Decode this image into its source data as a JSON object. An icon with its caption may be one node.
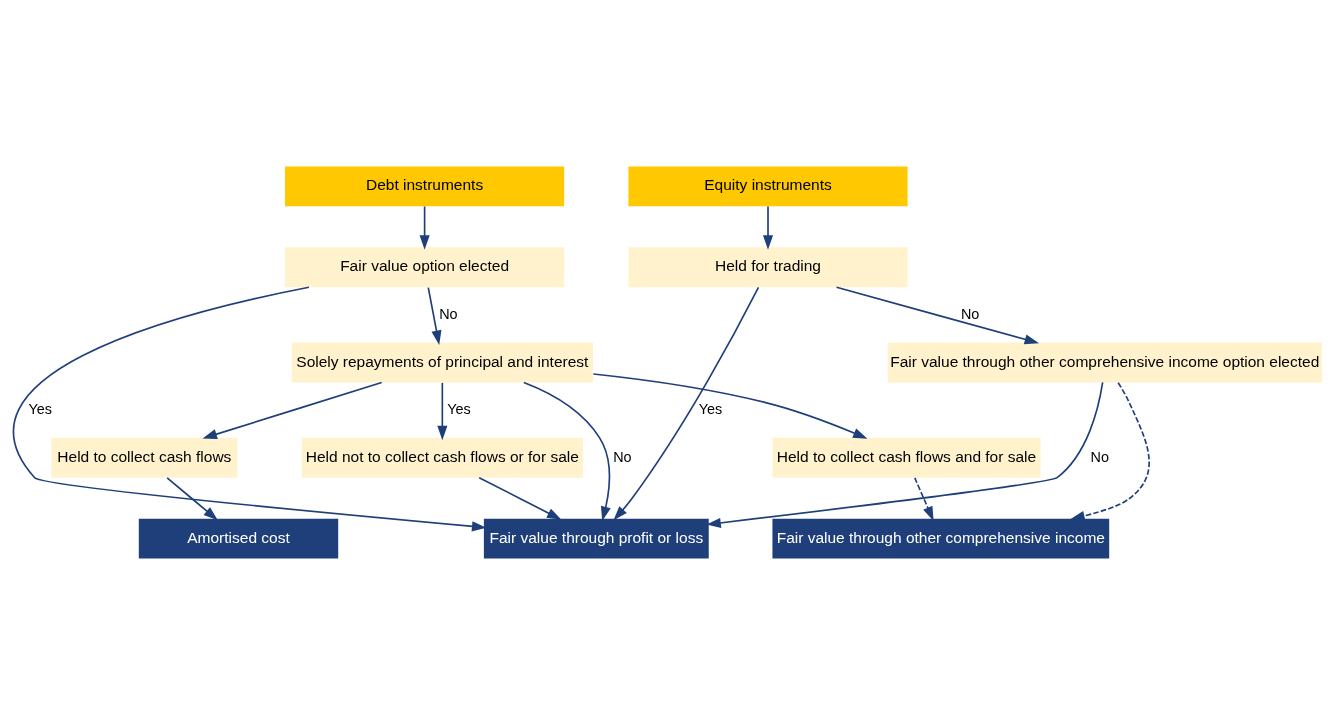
{
  "diagram": {
    "nodes": [
      {
        "text": [
          "Debt instruments"
        ]
      },
      {
        "text": [
          "Equity instruments"
        ]
      },
      {
        "text": [
          "Fair value option elected"
        ]
      },
      {
        "text": [
          "Held for trading"
        ]
      },
      {
        "text": [
          "Solely repayments of principal and interest"
        ]
      },
      {
        "text": [
          "Fair value through other comprehensive income option elected"
        ]
      },
      {
        "text": [
          "Held to collect cash flows"
        ]
      },
      {
        "text": [
          "Held not to collect cash flows or for sale"
        ]
      },
      {
        "text": [
          "Held to collect cash flows and for sale"
        ]
      },
      {
        "text": [
          "Amortised cost"
        ]
      },
      {
        "text": [
          "Fair value through profit or loss"
        ]
      },
      {
        "text": [
          "Fair value through other comprehensive income"
        ]
      }
    ],
    "edges": [
      {
        "from": 0,
        "to": 2,
        "arrow": "to"
      },
      {
        "from": 1,
        "to": 3,
        "arrow": "to"
      },
      {
        "from": 2,
        "to": 4,
        "arrow": "to",
        "label": "No"
      },
      {
        "from": 3,
        "to": 5,
        "arrow": "to",
        "label": "No"
      },
      {
        "from": 4,
        "to": 6,
        "arrow": "to"
      },
      {
        "from": 4,
        "to": 7,
        "arrow": "to",
        "label": "Yes"
      },
      {
        "from": 4,
        "to": 8,
        "arrow": "to"
      },
      {
        "from": 6,
        "to": 9,
        "arrow": "to"
      },
      {
        "from": 2,
        "to": 10,
        "arrow": "to",
        "label": "Yes"
      },
      {
        "from": 3,
        "to": 10,
        "arrow": "to",
        "label": "Yes"
      },
      {
        "from": 4,
        "to": 10,
        "arrow": "to",
        "label": "No"
      },
      {
        "from": 5,
        "to": 10,
        "arrow": "to",
        "label": "No"
      },
      {
        "from": 7,
        "to": 10,
        "arrow": "to"
      },
      {
        "from": 8,
        "to": 11,
        "arrow": "to",
        "style": "dashed"
      },
      {
        "from": 5,
        "to": 11,
        "arrow": "to",
        "style": "dashed"
      }
    ]
  }
}
